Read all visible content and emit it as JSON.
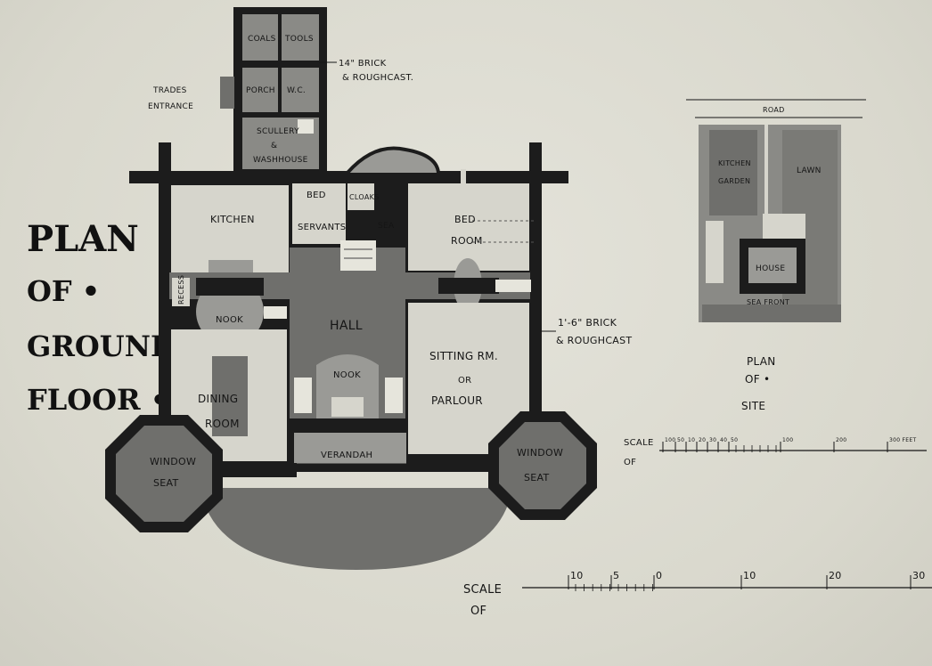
{
  "colors": {
    "paper": "#dcdcd2",
    "wall": "#1c1c1c",
    "floor_dark": "#6f6f6c",
    "floor_mid": "#9a9a96",
    "room_light": "#d6d5cc",
    "ink": "#151515"
  },
  "title": {
    "line1": "PLAN",
    "line2": "OF •",
    "line3": "GROUND",
    "line4": "FLOOR •"
  },
  "rooms": {
    "coals": "COALS",
    "tools": "TOOLS",
    "porch": "PORCH",
    "wc": "W.C.",
    "scullery1": "SCULLERY",
    "scullery2": "&",
    "scullery3": "WASHHOUSE",
    "trades1": "TRADES",
    "trades2": "ENTRANCE",
    "kitchen": "KITCHEN",
    "bed_servants1": "BED",
    "bed_servants2": "SERVANTS",
    "cloaks": "CLOAKS",
    "sea": "SEA",
    "bedroom1": "BED",
    "bedroom2": "ROOM",
    "recess": "RECESS",
    "nook_left": "NOOK",
    "hall": "HALL",
    "nook_center": "NOOK",
    "dining1": "DINING",
    "dining2": "ROOM",
    "sitting1": "SITTING RM.",
    "sitting2": "OR",
    "sitting3": "PARLOUR",
    "window_seat_left1": "WINDOW",
    "window_seat_left2": "SEAT",
    "verandah": "VERANDAH",
    "window_seat_right1": "WINDOW",
    "window_seat_right2": "SEAT"
  },
  "notes": {
    "brick14_1": "14\" BRICK",
    "brick14_2": "& ROUGHCAST.",
    "brick16_1": "1'-6\" BRICK",
    "brick16_2": "& ROUGHCAST"
  },
  "site": {
    "road": "ROAD",
    "kitchen_garden1": "KITCHEN",
    "kitchen_garden2": "GARDEN",
    "lawn": "LAWN",
    "house": "HOUSE",
    "sea_front": "SEA FRONT",
    "caption1": "PLAN",
    "caption2": "OF •",
    "caption3": "SITE"
  },
  "scale_site": {
    "label1": "SCALE",
    "label2": "OF",
    "ticks": [
      "100",
      "50",
      "10",
      "20",
      "30",
      "40",
      "50",
      "100",
      "200",
      "300 FEET"
    ]
  },
  "scale_plan": {
    "label1": "SCALE",
    "label2": "OF",
    "ticks": [
      "10",
      "5",
      "0",
      "10",
      "20",
      "30"
    ]
  }
}
